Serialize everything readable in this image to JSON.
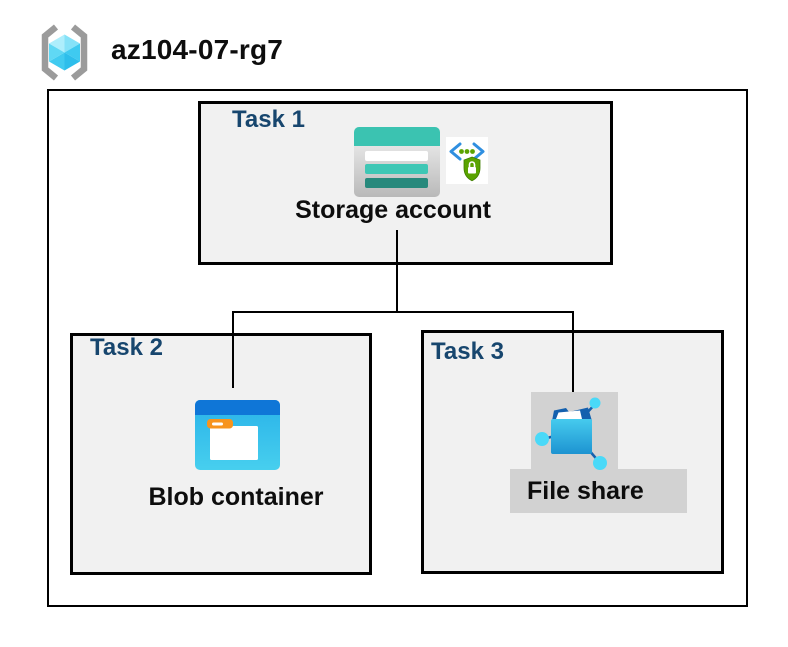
{
  "header": {
    "resource_group_name": "az104-07-rg7",
    "resource_group_icon": "azure-resource-group-icon"
  },
  "tasks": [
    {
      "label": "Task 1",
      "item": "Storage account",
      "icons": [
        "storage-account-icon",
        "secure-access-icon"
      ]
    },
    {
      "label": "Task 2",
      "item": "Blob container",
      "icons": [
        "blob-container-icon"
      ]
    },
    {
      "label": "Task 3",
      "item": "File share",
      "icons": [
        "file-share-icon"
      ]
    }
  ],
  "connections": [
    {
      "from": "Storage account",
      "to": "Blob container"
    },
    {
      "from": "Storage account",
      "to": "File share"
    }
  ],
  "colors": {
    "task_label_blue": "#17466e",
    "box_fill_gray": "#f1f1f1",
    "border_black": "#000000",
    "storage_teal": "#3bc3b1",
    "storage_teal_stripe": "#3fc7b5",
    "storage_teal_dark": "#27897c",
    "blob_bar_blue": "#0f76d7",
    "folder_tab_orange": "#f7941e",
    "fileshare_dark_blue": "#1460ae",
    "node_cyan": "#4ad9f8",
    "security_green": "#5aa300",
    "security_bracket_blue": "#2f8fe0",
    "highlight_gray": "#d2d2d2",
    "bracket_gray": "#9b9b9b"
  }
}
